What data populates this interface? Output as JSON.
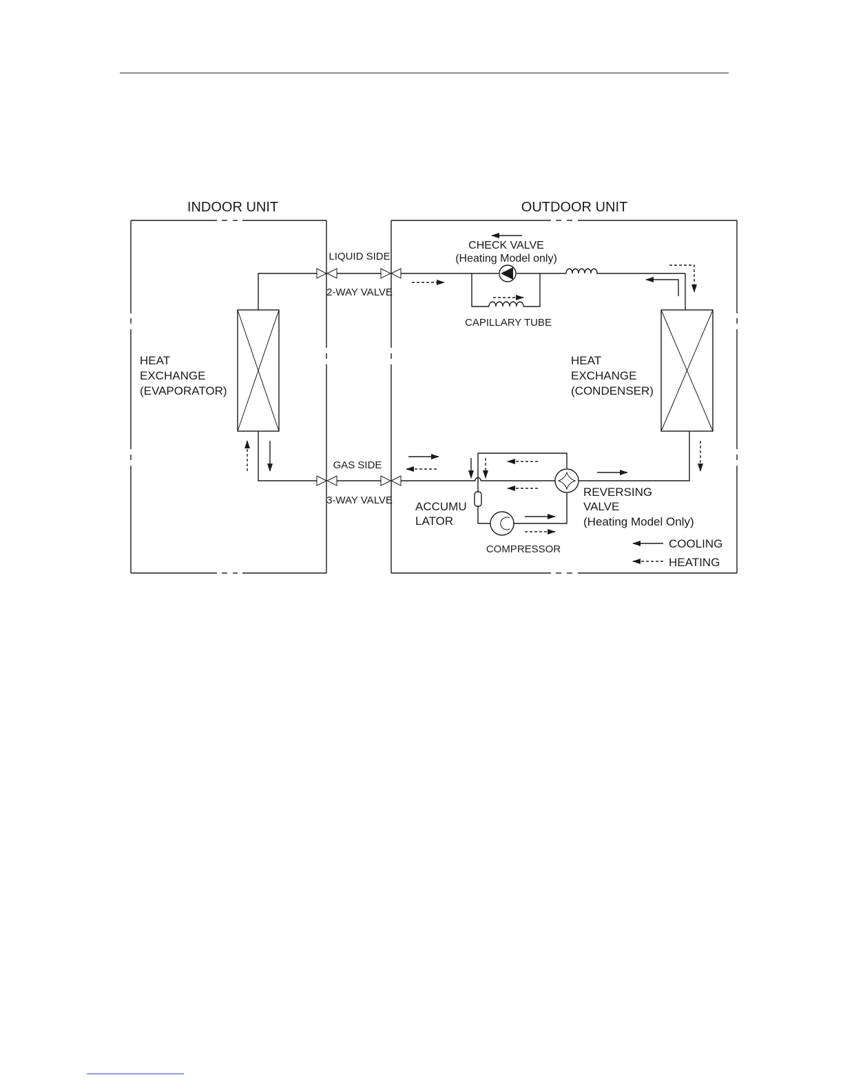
{
  "diagram": {
    "indoor_unit_label": "INDOOR UNIT",
    "outdoor_unit_label": "OUTDOOR UNIT",
    "liquid_side_label": "LIQUID SIDE",
    "two_way_valve_label": "2-WAY VALVE",
    "gas_side_label": "GAS SIDE",
    "three_way_valve_label": "3-WAY VALVE",
    "check_valve_label": "CHECK VALVE",
    "check_valve_note": "(Heating Model only)",
    "capillary_tube_label": "CAPILLARY TUBE",
    "indoor_hx_line1": "HEAT",
    "indoor_hx_line2": "EXCHANGE",
    "indoor_hx_line3": "(EVAPORATOR)",
    "outdoor_hx_line1": "HEAT",
    "outdoor_hx_line2": "EXCHANGE",
    "outdoor_hx_line3": "(CONDENSER)",
    "accumulator_line1": "ACCUMU",
    "accumulator_line2": "LATOR",
    "compressor_label": "COMPRESSOR",
    "reversing_valve_line1": "REVERSING",
    "reversing_valve_line2": "VALVE",
    "reversing_valve_note": "(Heating Model Only)",
    "legend_cooling": "COOLING",
    "legend_heating": "HEATING"
  },
  "colors": {
    "line": "#1a1a1a",
    "footer_rule": "#1f3fbf"
  }
}
